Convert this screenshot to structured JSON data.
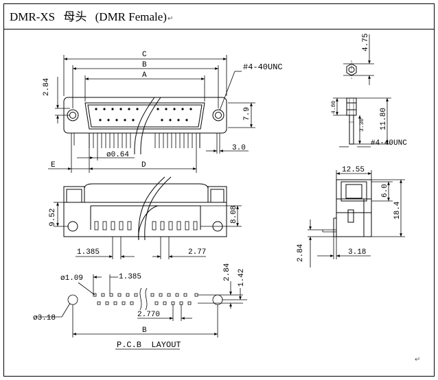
{
  "title": {
    "model": "DMR-XS",
    "cn": "母头",
    "en": "(DMR Female)",
    "return_mark": "↵"
  },
  "end_mark": "↵",
  "dims": {
    "C": "C",
    "B": "B",
    "A": "A",
    "D": "D",
    "E": "E",
    "thread_top": "#4-40UNC",
    "d284": "2.84",
    "d79": "7.9",
    "d064": "ø0.64",
    "d30": "3.0",
    "d952": "9.52",
    "d808": "8.08",
    "d1385": "1.385",
    "d277": "2.77",
    "d109": "ø1.09",
    "d1385b": "1.385",
    "d318": "ø3.18",
    "d2770": "2.770",
    "d284b": "2.84",
    "d142": "1.42",
    "Bbottom": "B",
    "pcb_layout": "P.C.B  LAYOUT",
    "d475": "4.75",
    "d480": "4.80",
    "d1180": "11.80",
    "d330": "3.30",
    "thread_side": "#4-40UNC",
    "d1255": "12.55",
    "d60": "6.0",
    "d184": "18.4",
    "d284c": "2.84",
    "d318b": "3.18"
  }
}
